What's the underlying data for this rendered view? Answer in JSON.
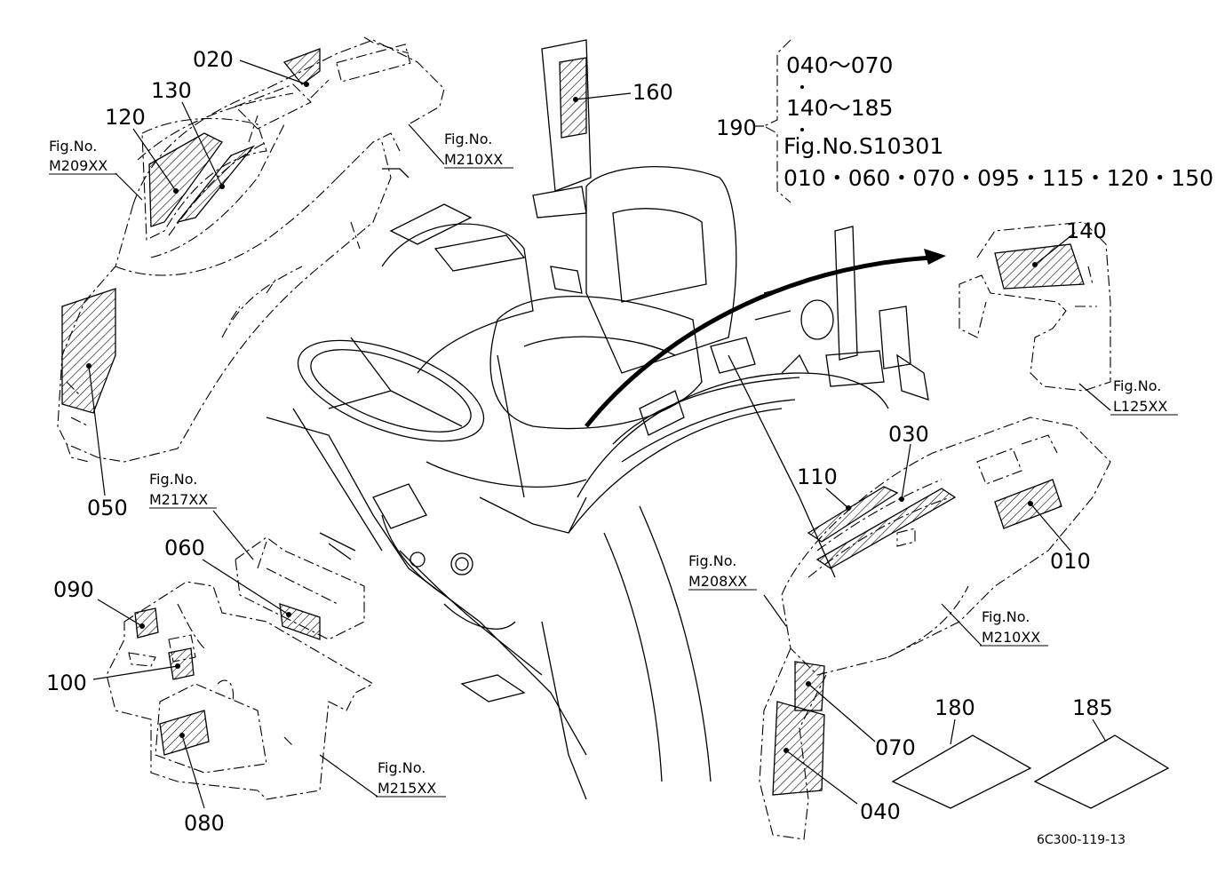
{
  "callouts": {
    "c020": "020",
    "c130": "130",
    "c120": "120",
    "c160": "160",
    "c190": "190",
    "c140": "140",
    "c050": "050",
    "c030": "030",
    "c110": "110",
    "c010": "010",
    "c060": "060",
    "c090": "090",
    "c100": "100",
    "c080": "080",
    "c070": "070",
    "c040": "040",
    "c180": "180",
    "c185": "185"
  },
  "fig_refs": {
    "m209": {
      "line1": "Fig.No.",
      "line2": "M209XX"
    },
    "m210_top": {
      "line1": "Fig.No.",
      "line2": "M210XX"
    },
    "l125": {
      "line1": "Fig.No.",
      "line2": "L125XX"
    },
    "m217": {
      "line1": "Fig.No.",
      "line2": "M217XX"
    },
    "m208": {
      "line1": "Fig.No.",
      "line2": "M208XX"
    },
    "m210_bottom": {
      "line1": "Fig.No.",
      "line2": "M210XX"
    },
    "m215": {
      "line1": "Fig.No.",
      "line2": "M215XX"
    }
  },
  "group_190": {
    "line1": "040～070",
    "line2": "140～185",
    "line3": "Fig.No.S10301",
    "line4": "010・060・070・095・115・120・150"
  },
  "drawing_code": "6C300-119-13"
}
